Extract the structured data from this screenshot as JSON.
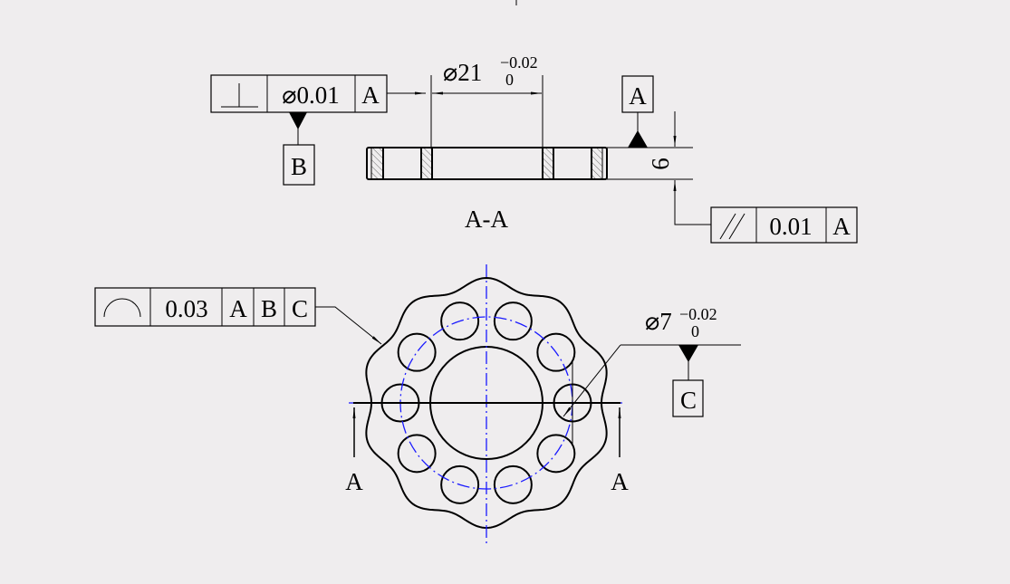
{
  "drawing": {
    "perpendicularity_frame": {
      "symbol": "⊥",
      "tolerance": "⌀0.01",
      "datum": "A"
    },
    "datum_B": "B",
    "diameter_21": {
      "nominal": "⌀21",
      "upper": "−0.02",
      "lower": "0"
    },
    "datum_A": "A",
    "thickness_dim": "6",
    "section_label": "A-A",
    "parallelism_frame": {
      "symbol": "//",
      "tolerance": "0.01",
      "datum": "A"
    },
    "profile_frame": {
      "symbol": "⌒",
      "tolerance": "0.03",
      "datums": [
        "A",
        "B",
        "C"
      ]
    },
    "diameter_7": {
      "nominal": "⌀7",
      "upper": "−0.02",
      "lower": "0"
    },
    "datum_C": "C",
    "section_arrow_left": "A",
    "section_arrow_right": "A",
    "hole_count": 10,
    "colors": {
      "outline": "#000000",
      "centerline": "#1a1aff",
      "background": "#efedee"
    }
  }
}
